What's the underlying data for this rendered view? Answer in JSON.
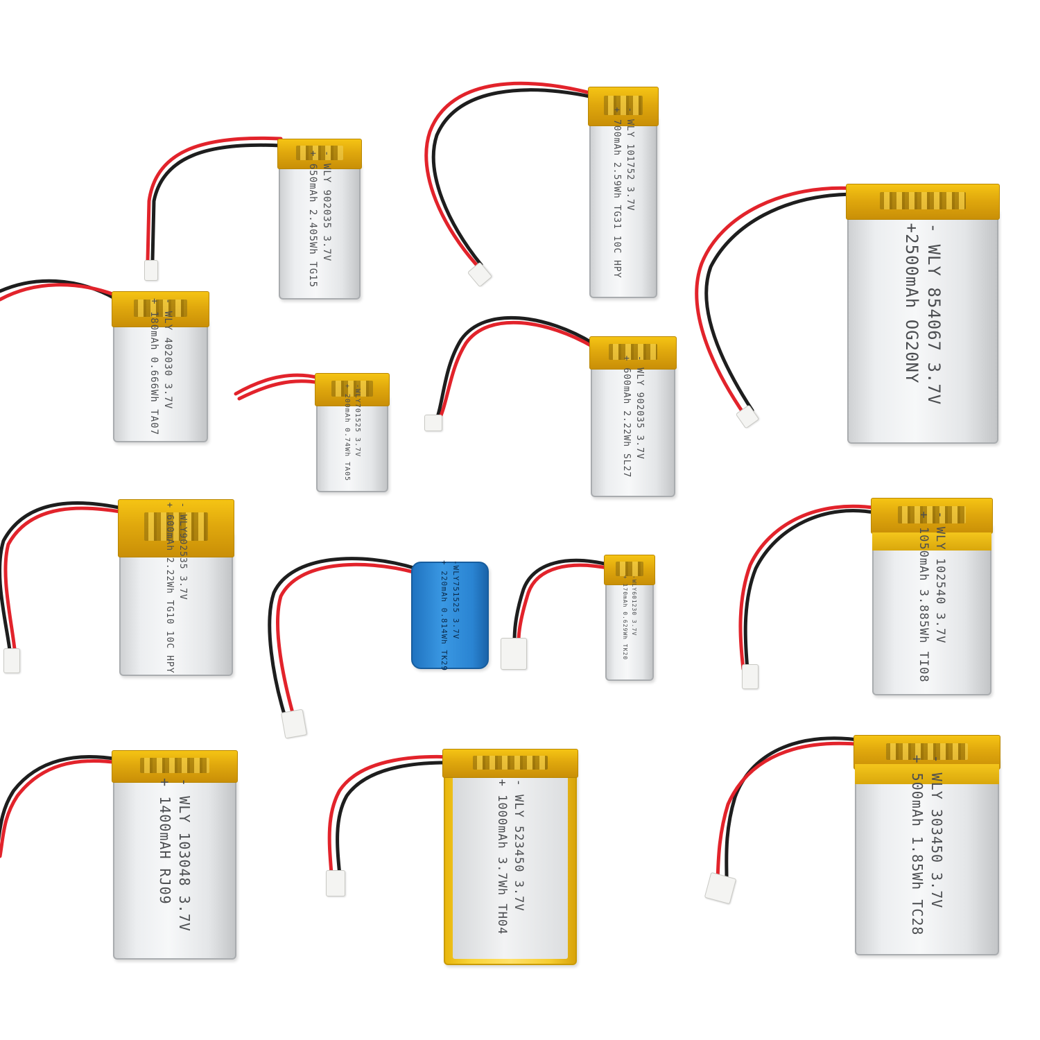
{
  "batteries": [
    {
      "line1": "- WLY 902035  3.7V",
      "line2": "+ 650mAh 2.405Wh TG15"
    },
    {
      "line1": "- WLY 101752 3.7V",
      "line2": "+ 700mAh 2.59Wh TG31 10C HPY"
    },
    {
      "line1": "- WLY 854067 3.7V",
      "line2": "+2500mAh OG20NY"
    },
    {
      "line1": "- WLY 402030  3.7V",
      "line2": "+ 180mAh 0.666Wh TA07"
    },
    {
      "line1": "-WLY701525 3.7V",
      "line2": "+ 200mAh 0.74Wh TA05"
    },
    {
      "line1": "- WLY 902035 3.7V",
      "line2": "+ 600mAh 2.22Wh SL27"
    },
    {
      "line1": "- WLY902535 3.7V",
      "line2": "+ 600mAh 2.22Wh TG10 10C HPY"
    },
    {
      "line1": "-WLY751525 3.7V",
      "line2": "+ 220mAh 0.814Wh TK29"
    },
    {
      "line1": "-WLY601230 3.7V",
      "line2": "+ 170mAh 0.629Wh TK20"
    },
    {
      "line1": "- WLY  102540  3.7V",
      "line2": "+ 1050mAh 3.885Wh TI08"
    },
    {
      "line1": "- WLY 103048 3.7V",
      "line2": "+ 1400mAH   RJ09"
    },
    {
      "line1": "- WLY 523450  3.7V",
      "line2": "+ 1000mAh 3.7Wh TH04"
    },
    {
      "line1": "- WLY  303450  3.7V",
      "line2": "+ 500mAh 1.85Wh TC28"
    }
  ],
  "colors": {
    "background": "#ffffff",
    "cell_silver": "#eceef0",
    "kapton_yellow": "#e8b60c",
    "wire_red": "#e2232b",
    "wire_black": "#1e1e1e",
    "blue_wrap": "#2a84d2"
  }
}
